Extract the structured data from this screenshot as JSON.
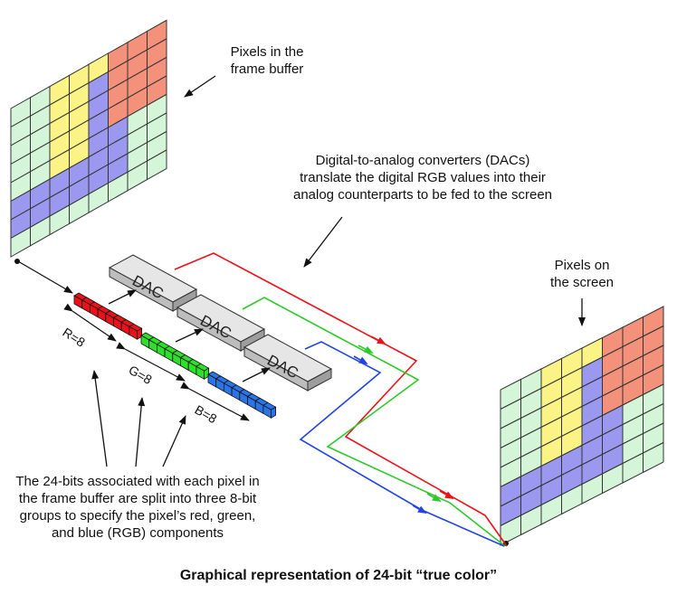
{
  "caption": "Graphical representation of 24-bit “true color”",
  "labels": {
    "frame_buffer": [
      "Pixels in the",
      "frame buffer"
    ],
    "dacs": [
      "Digital-to-analog converters (DACs)",
      "translate the digital RGB values into their",
      "analog counterparts to be fed to the screen"
    ],
    "screen": [
      "Pixels on",
      "the screen"
    ],
    "bits": [
      "The 24-bits associated with each pixel in",
      "the frame buffer are split into three 8-bit",
      "groups to specify the pixel’s red, green,",
      "and blue (RGB) components"
    ]
  },
  "dac_label": "DAC",
  "bit_groups": [
    {
      "label": "R=8",
      "color": "#e8121a"
    },
    {
      "label": "G=8",
      "color": "#2ee02a"
    },
    {
      "label": "B=8",
      "color": "#2a74e8"
    }
  ],
  "colors": {
    "pixel_green": "#d4f5d8",
    "pixel_yellow": "#fbf386",
    "pixel_red": "#f4917a",
    "pixel_blue": "#9b98f0",
    "grid_line": "#333333",
    "dac_fill": "#e6e6e6",
    "signal_red": "#e8121a",
    "signal_green": "#2ec82a",
    "signal_blue": "#2244e0"
  }
}
